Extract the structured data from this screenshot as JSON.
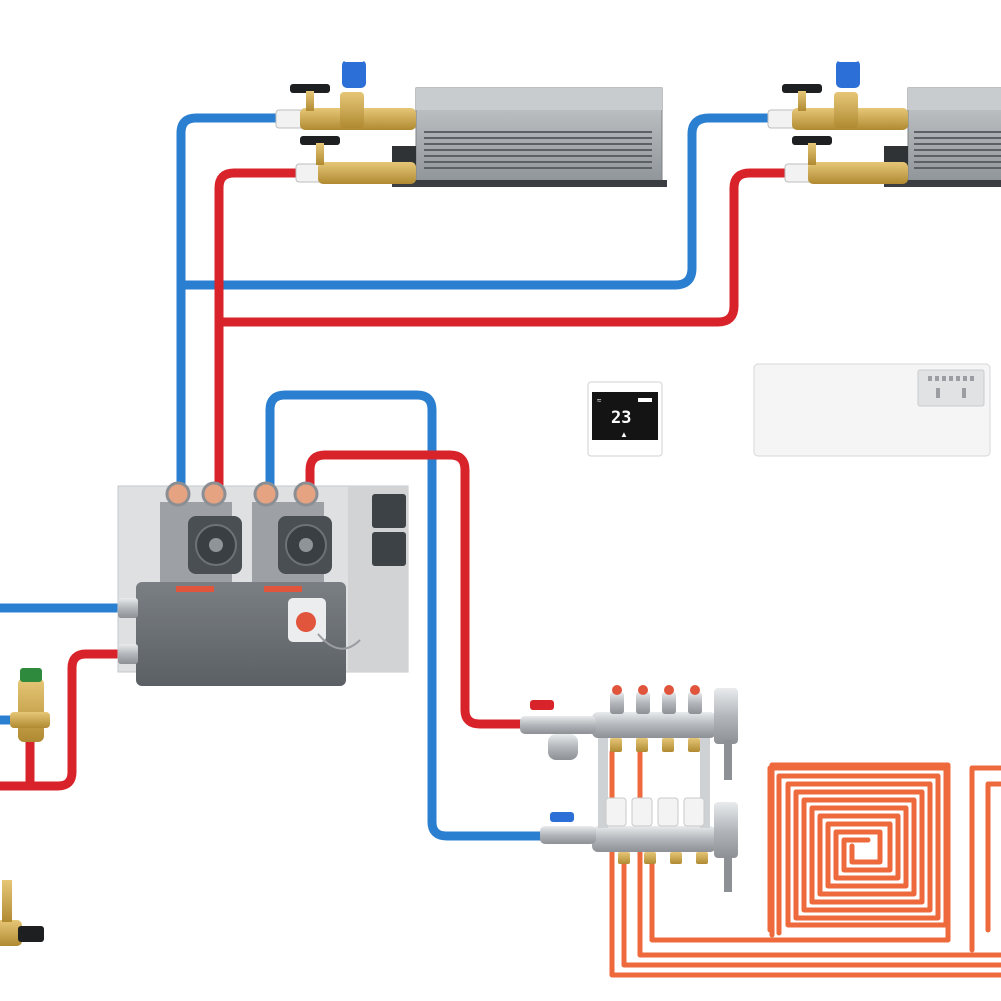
{
  "thermostat": {
    "temperature": "23",
    "colors": {
      "body": "#ffffff",
      "screen": "#141414",
      "digits": "#ffffff"
    },
    "icons": [
      "wifi-icon",
      "flame-icon"
    ]
  },
  "colors": {
    "supply_pipe": "#d8232a",
    "return_pipe": "#2b7fd0",
    "underfloor_loop": "#ee6a3c",
    "brass": "#c9a24a",
    "steel": "#a9adb1",
    "pump_red": "#e0553b",
    "valve_blue": "#2c6fd6",
    "mixing_unit_body": "#6c7176",
    "backplate": "#dfe0e2",
    "background": "#ffffff"
  },
  "components": [
    {
      "name": "fan-coil-unit",
      "count": 2,
      "icon": "fan-coil-icon"
    },
    {
      "name": "mixing-station",
      "count": 1,
      "icon": "pump-icon"
    },
    {
      "name": "underfloor-manifold",
      "count": 1,
      "icon": "manifold-icon"
    },
    {
      "name": "room-thermostat",
      "count": 1,
      "icon": "thermostat-icon"
    },
    {
      "name": "wiring-centre",
      "count": 1,
      "icon": "control-box-icon"
    },
    {
      "name": "pressure-reducing-valve",
      "count": 1,
      "icon": "valve-icon"
    }
  ]
}
